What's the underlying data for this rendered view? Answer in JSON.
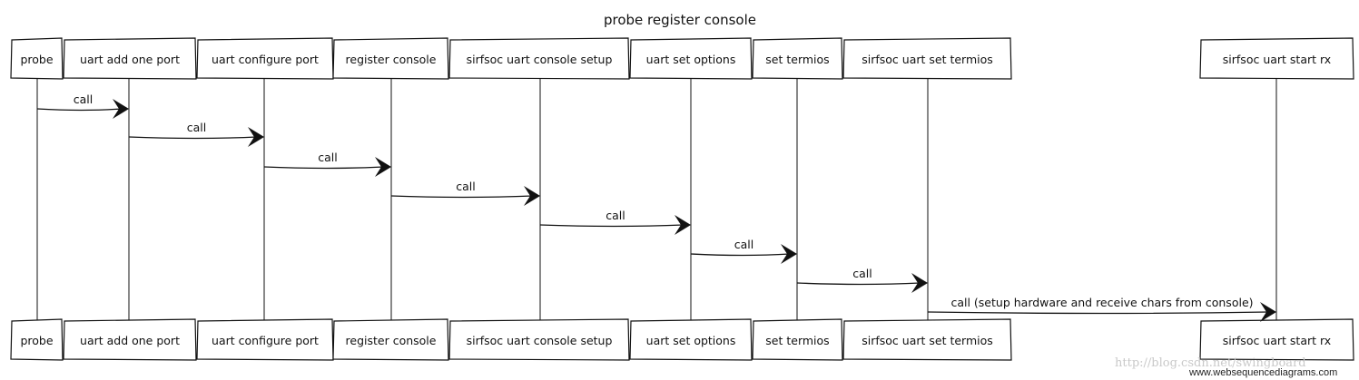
{
  "title": "probe register console",
  "participants": [
    {
      "id": "probe",
      "label": "probe"
    },
    {
      "id": "uart-add-one-port",
      "label": "uart add one port"
    },
    {
      "id": "uart-configure-port",
      "label": "uart configure port"
    },
    {
      "id": "register-console",
      "label": "register console"
    },
    {
      "id": "sirfsoc-uart-console-setup",
      "label": "sirfsoc uart console setup"
    },
    {
      "id": "uart-set-options",
      "label": "uart set options"
    },
    {
      "id": "set-termios",
      "label": "set termios"
    },
    {
      "id": "sirfsoc-uart-set-termios",
      "label": "sirfsoc uart set termios"
    },
    {
      "id": "sirfsoc-uart-start-rx",
      "label": "sirfsoc uart start rx"
    }
  ],
  "messages": [
    {
      "from": 0,
      "to": 1,
      "label": "call"
    },
    {
      "from": 1,
      "to": 2,
      "label": "call"
    },
    {
      "from": 2,
      "to": 3,
      "label": "call"
    },
    {
      "from": 3,
      "to": 4,
      "label": "call"
    },
    {
      "from": 4,
      "to": 5,
      "label": "call"
    },
    {
      "from": 5,
      "to": 6,
      "label": "call"
    },
    {
      "from": 6,
      "to": 7,
      "label": "call"
    },
    {
      "from": 7,
      "to": 8,
      "label": "call (setup hardware and receive chars from console)"
    }
  ],
  "watermark": "http://blog.csdn.net/swingboard",
  "credit": "www.websequencediagrams.com"
}
